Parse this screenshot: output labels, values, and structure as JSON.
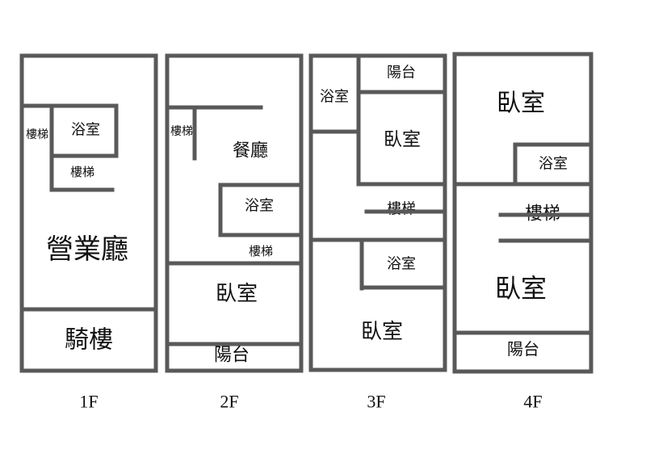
{
  "floors": [
    {
      "label": "1F",
      "rooms": [
        "樓梯",
        "浴室",
        "樓梯",
        "營業廳",
        "騎樓"
      ]
    },
    {
      "label": "2F",
      "rooms": [
        "樓梯",
        "餐廳",
        "浴室",
        "樓梯",
        "臥室",
        "陽台"
      ]
    },
    {
      "label": "3F",
      "rooms": [
        "陽台",
        "浴室",
        "臥室",
        "樓梯",
        "浴室",
        "臥室"
      ]
    },
    {
      "label": "4F",
      "rooms": [
        "臥室",
        "浴室",
        "樓梯",
        "臥室",
        "陽台"
      ]
    }
  ],
  "colors": {
    "wall": "#595959",
    "text": "#111111"
  }
}
